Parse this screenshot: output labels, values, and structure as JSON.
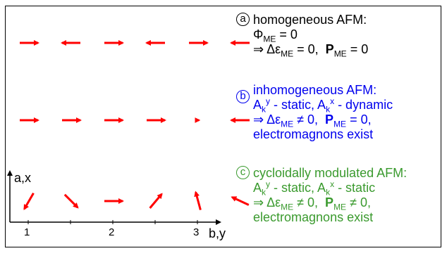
{
  "colors": {
    "arrow": "#ff0000",
    "b": "#0000ee",
    "c": "#3a9a2e",
    "text": "#000000"
  },
  "panel_a": {
    "marker": "a",
    "title": "homogeneous AFM:",
    "phi": "Φ",
    "phi_sub": "ME",
    "phi_eq": " = 0",
    "implies": "⇒ Δε",
    "eps_sub": "ME",
    "eps_eq": " = 0,  ",
    "P": "P",
    "P_sub": "ME",
    "P_eq": " = 0"
  },
  "panel_b": {
    "marker": "b",
    "title": "inhomogeneous AFM:",
    "A1": "A",
    "A1_sub": "k",
    "A1_sup": "y",
    "A1_rest": " - static, ",
    "A2": "A",
    "A2_sub": "k",
    "A2_sup": "x",
    "A2_rest": " - dynamic",
    "implies": "⇒ Δε",
    "eps_sub": "ME",
    "eps_eq": " ≠ 0,  ",
    "P": "P",
    "P_sub": "ME",
    "P_eq": " = 0,",
    "last": "electromagnons exist"
  },
  "panel_c": {
    "marker": "c",
    "title": "cycloidally modulated AFM:",
    "A1": "A",
    "A1_sub": "k",
    "A1_sup": "y",
    "A1_rest": " - static, ",
    "A2": "A",
    "A2_sub": "k",
    "A2_sup": "x",
    "A2_rest": " - static",
    "implies": "⇒ Δε",
    "eps_sub": "ME",
    "eps_eq": " ≠ 0,  ",
    "P": "P",
    "P_sub": "ME",
    "P_eq": " ≠ 0,",
    "last": "electromagnons exist"
  },
  "axes": {
    "y_label": "a,x",
    "x_label": "b,y",
    "ticks": [
      "1",
      "2",
      "3"
    ]
  },
  "rows": [
    {
      "name": "homogeneous",
      "angles": [
        0,
        180,
        0,
        180,
        0,
        180
      ],
      "lengths": [
        1,
        1,
        1,
        1,
        1,
        1
      ]
    },
    {
      "name": "inhomogeneous",
      "angles": [
        0,
        0,
        0,
        0,
        0,
        180
      ],
      "lengths": [
        1,
        1,
        1,
        1,
        0.1,
        1
      ]
    },
    {
      "name": "cycloidal",
      "angles": [
        -120,
        -45,
        0,
        50,
        105,
        155
      ],
      "lengths": [
        1,
        1,
        1,
        1,
        1,
        1
      ]
    }
  ]
}
